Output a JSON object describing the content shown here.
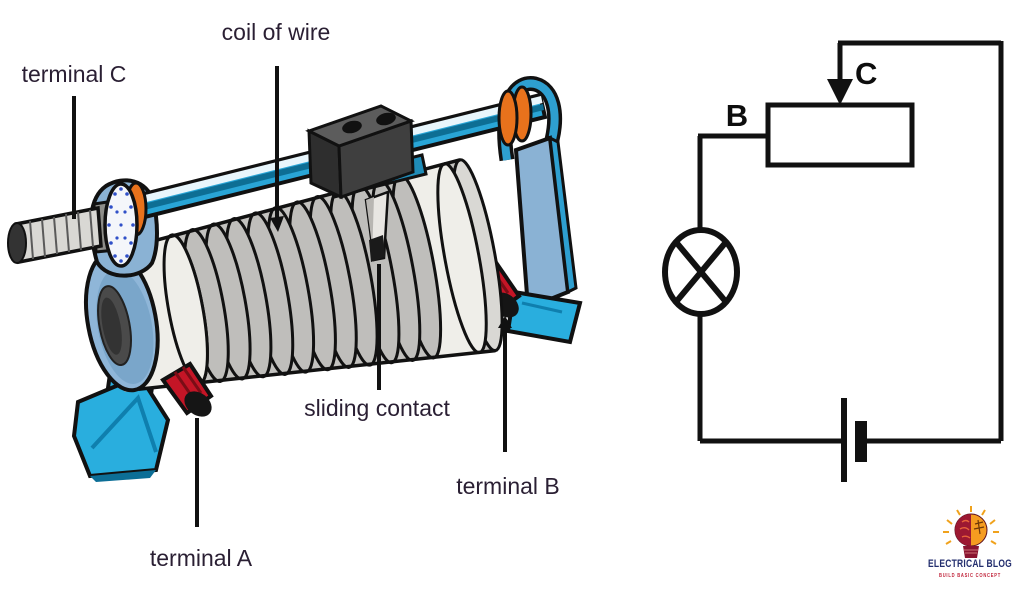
{
  "page": {
    "background": "#ffffff"
  },
  "device": {
    "labels": {
      "terminal_c": "terminal C",
      "coil_of_wire": "coil of wire",
      "sliding_contact": "sliding contact",
      "terminal_a": "terminal A",
      "terminal_b": "terminal B"
    },
    "colors": {
      "label_text": "#2a1f33",
      "outline": "#111111",
      "rail_cyan": "#29a5d6",
      "rail_stripe": "#0d6e94",
      "stand_cyan": "#29aede",
      "stand_steel_blue": "#8ab2d4",
      "coil_gray": "#bfbebb",
      "coil_white_band": "#efeee9",
      "terminal_red": "#c41526",
      "ring_orange": "#e8721c",
      "slider_block_gray": "#4a4a4a"
    }
  },
  "circuit": {
    "labels": {
      "node_b": "B",
      "node_c": "C"
    },
    "wire_color": "#111111"
  },
  "logo": {
    "title": "ELECTRICAL BLOG",
    "subtitle": "BUILD BASIC CONCEPT",
    "title_color": "#232e6e",
    "subtitle_color": "#c0233a",
    "bulb_orange": "#f59c20",
    "bulb_red": "#9c1832"
  }
}
